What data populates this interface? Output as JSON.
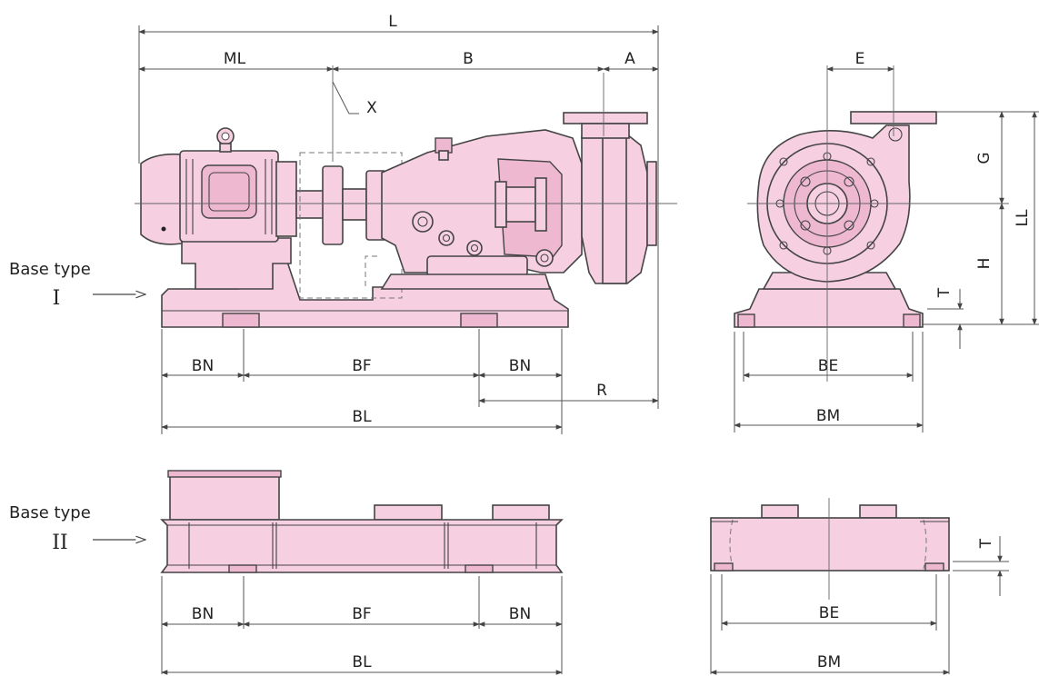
{
  "labels": {
    "L": "L",
    "ML": "ML",
    "B": "B",
    "A": "A",
    "X": "X",
    "E": "E",
    "G": "G",
    "LL": "LL",
    "H": "H",
    "T": "T",
    "R": "R",
    "BN": "BN",
    "BF": "BF",
    "BL": "BL",
    "BE": "BE",
    "BM": "BM"
  },
  "base_types": [
    {
      "caption": "Base type",
      "numeral": "I"
    },
    {
      "caption": "Base type",
      "numeral": "II"
    }
  ],
  "colors": {
    "body": "#f6cfe0",
    "line": "#444444"
  }
}
